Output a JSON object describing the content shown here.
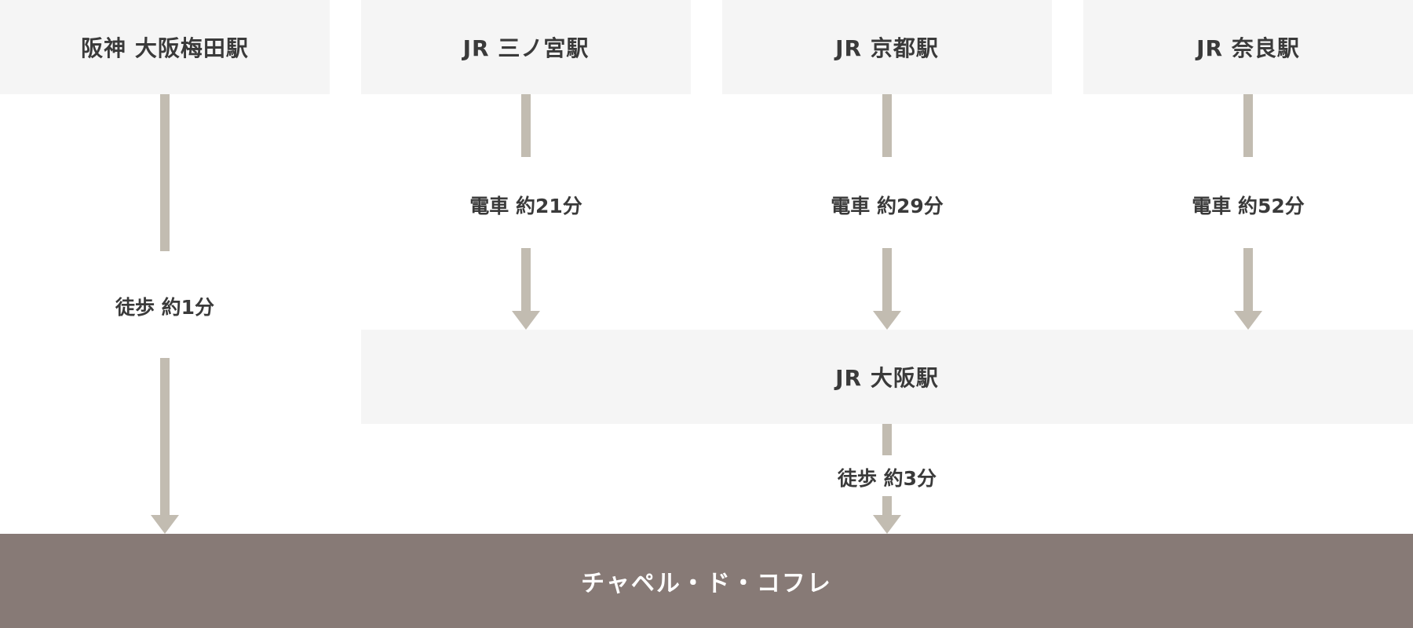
{
  "colors": {
    "box_bg": "#f5f5f5",
    "arrow": "#c2bcb1",
    "dest_bg": "#877a76",
    "text": "#3a3a3a",
    "dest_text": "#ffffff"
  },
  "stations": {
    "hanshin": "阪神 大阪梅田駅",
    "sannomiya": "JR 三ノ宮駅",
    "kyoto": "JR 京都駅",
    "nara": "JR 奈良駅",
    "osaka": "JR 大阪駅"
  },
  "routes": {
    "hanshin_walk": "徒歩 約1分",
    "sannomiya_train": "電車 約21分",
    "kyoto_train": "電車 約29分",
    "nara_train": "電車 約52分",
    "osaka_walk": "徒歩 約3分"
  },
  "destination": "チャペル・ド・コフレ"
}
